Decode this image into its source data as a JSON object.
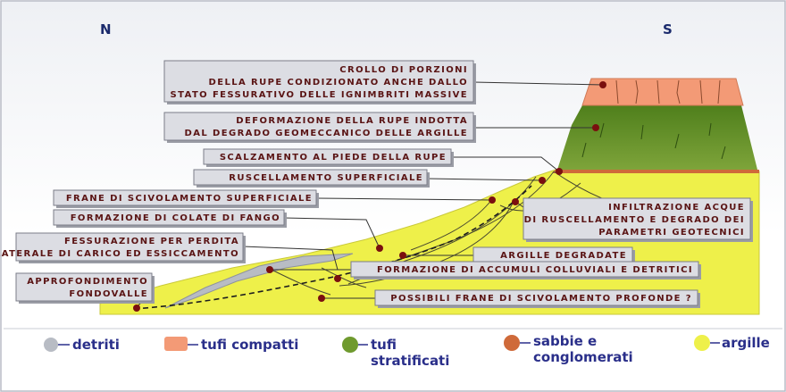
{
  "compass": {
    "north": "N",
    "south": "S"
  },
  "labels": {
    "crollo": [
      "CROLLO DI PORZIONI",
      "DELLA RUPE CONDIZIONATO ANCHE DALLO",
      "STATO FESSURATIVO DELLE IGNIMBRITI MASSIVE"
    ],
    "deformazione": [
      "DEFORMAZIONE DELLA RUPE INDOTTA",
      "DAL DEGRADO GEOMECCANICO DELLE ARGILLE"
    ],
    "scalzamento": "SCALZAMENTO AL PIEDE DELLA RUPE",
    "ruscellamento": "RUSCELLAMENTO SUPERFICIALE",
    "frane_superficiali": "FRANE DI SCIVOLAMENTO SUPERFICIALE",
    "colate": "FORMAZIONE DI COLATE DI FANGO",
    "fessurazione": [
      "FESSURAZIONE PER PERDITA",
      "LATERALE DI CARICO ED ESSICCAMENTO"
    ],
    "approfondimento": [
      "APPROFONDIMENTO",
      "FONDOVALLE"
    ],
    "infiltrazione": [
      "INFILTRAZIONE ACQUE",
      "DI RUSCELLAMENTO E DEGRADO DEI",
      "PARAMETRI GEOTECNICI"
    ],
    "argille_degradate": "ARGILLE DEGRADATE",
    "accumuli": "FORMAZIONE DI ACCUMULI COLLUVIALI E DETRITICI",
    "frane_profonde": "POSSIBILI FRANE DI SCIVOLAMENTO PROFONDE ?"
  },
  "legend": [
    {
      "lines": [
        "detriti"
      ],
      "color": "#b8bcc4"
    },
    {
      "lines": [
        "tufi compatti"
      ],
      "color": "#f39a76"
    },
    {
      "lines": [
        "tufi",
        "stratificati"
      ],
      "color": "#6f9a2e"
    },
    {
      "lines": [
        "sabbie e",
        "conglomerati"
      ],
      "color": "#cf6a3a"
    },
    {
      "lines": [
        "argille"
      ],
      "color": "#eef04a"
    }
  ]
}
